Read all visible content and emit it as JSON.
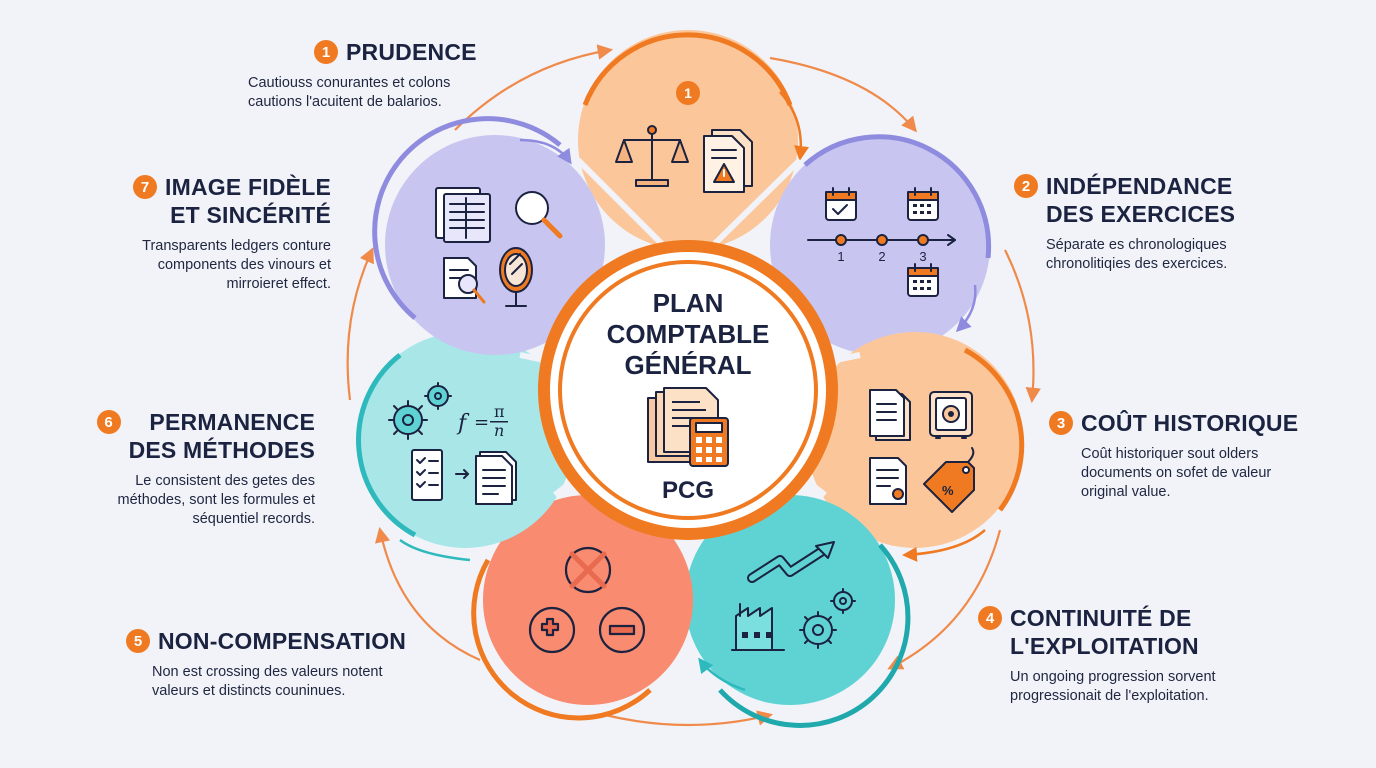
{
  "center": {
    "title_line1": "PLAN",
    "title_line2": "COMPTABLE",
    "title_line3": "GÉNÉRAL",
    "acronym": "PCG"
  },
  "segment_badge": "1",
  "timeline_ticks": [
    "1",
    "2",
    "3"
  ],
  "formula": {
    "f": "f",
    "eq": "=",
    "num": "π",
    "den": "n"
  },
  "principles": [
    {
      "num": "1",
      "title": "PRUDENCE",
      "desc": "Cautiouss conurantes et colons\ncautions l'acuitent de balarios."
    },
    {
      "num": "2",
      "title": "INDÉPENDANCE\nDES EXERCICES",
      "desc": "Séparate es chronologiques\nchronolitiqies des exercices."
    },
    {
      "num": "3",
      "title": "COÛT HISTORIQUE",
      "desc": "Coût historiquer sout olders\ndocuments on sofet de valeur\noriginal value."
    },
    {
      "num": "4",
      "title": "CONTINUITÉ DE\nL'EXPLOITATION",
      "desc": "Un ongoing progression sorvent\nprogressionait de l'exploitation."
    },
    {
      "num": "5",
      "title": "NON-COMPENSATION",
      "desc": "Non est crossing des valeurs notent\nvaleurs et distincts couninues."
    },
    {
      "num": "6",
      "title": "PERMANENCE\nDES MÉTHODES",
      "desc": "Le consistent des getes des\nméthodes, sont les formules et\nséquentiel records."
    },
    {
      "num": "7",
      "title": "IMAGE FIDÈLE\nET SINCÉRITÉ",
      "desc": "Transparents ledgers conture\ncomponents des vinours et\nmirroieret effect."
    }
  ],
  "colors": {
    "orange": "#f07a21",
    "peach": "#fbc69a",
    "lavender": "#c8c6f1",
    "cyan": "#a8e6e8",
    "teal": "#5fd3d4",
    "coral": "#f98b70",
    "navy": "#1b2340"
  }
}
